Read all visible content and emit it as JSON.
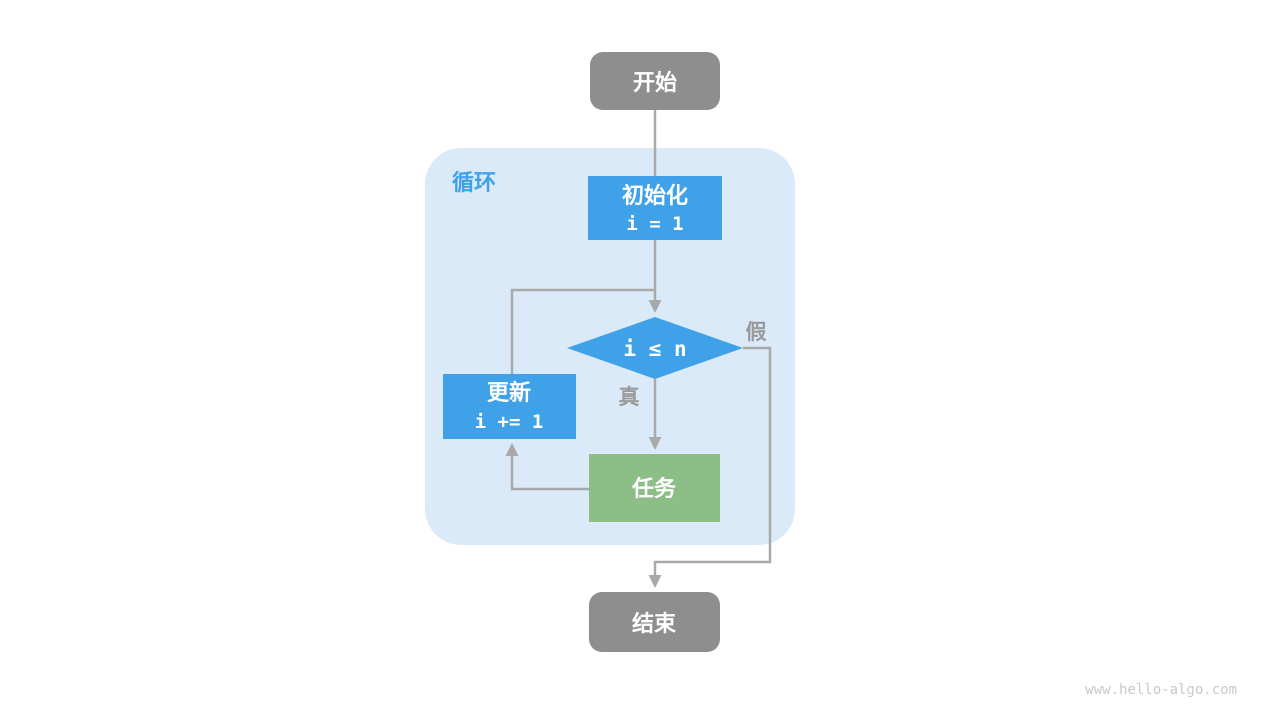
{
  "colors": {
    "loop_bg": "#dbeaf8",
    "accent_blue": "#3fa2e8",
    "node_gray": "#8e8e8e",
    "task_green": "#8dbe88",
    "line_gray": "#a9a9a9",
    "edge_label_gray": "#9a9a9a",
    "watermark_gray": "#c9c9c9"
  },
  "flowchart": {
    "loop_label": "循环",
    "nodes": {
      "start": {
        "label": "开始"
      },
      "init": {
        "label": "初始化",
        "code": "i = 1"
      },
      "condition": {
        "code": "i ≤ n"
      },
      "update": {
        "label": "更新",
        "code": "i += 1"
      },
      "task": {
        "label": "任务"
      },
      "end": {
        "label": "结束"
      }
    },
    "edge_labels": {
      "true_branch": "真",
      "false_branch": "假"
    }
  },
  "watermark": "www.hello-algo.com"
}
